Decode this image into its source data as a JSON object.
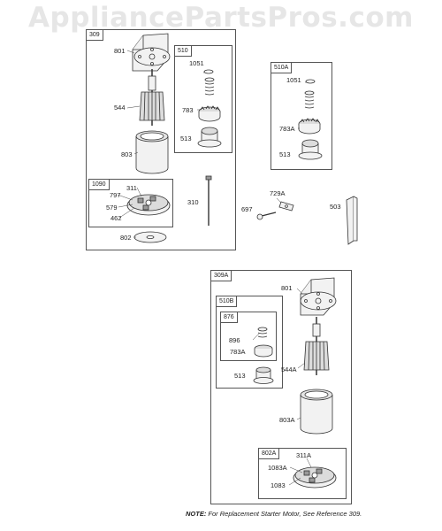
{
  "watermark": "AppliancePartsPros.com",
  "groups": {
    "g309": "309",
    "g510": "510",
    "g510a": "510A",
    "g1090": "1090",
    "g309a": "309A",
    "g510b": "510B",
    "g876": "876",
    "g802a": "802A"
  },
  "parts": {
    "p801": "801",
    "p544": "544",
    "p803": "803",
    "p311": "311",
    "p797": "797",
    "p579": "579",
    "p462": "462",
    "p802": "802",
    "p310": "310",
    "p1051": "1051",
    "p783": "783",
    "p513": "513",
    "p1051a": "1051",
    "p783a": "783A",
    "p513a": "513",
    "p729a": "729A",
    "p697": "697",
    "p503": "503",
    "p801b": "801",
    "p896": "896",
    "p783ab": "783A",
    "p513b": "513",
    "p544a": "544A",
    "p803a": "803A",
    "p311a": "311A",
    "p1083a": "1083A",
    "p1083": "1083"
  },
  "note": {
    "bold": "NOTE:",
    "text": " For Replacement Starter Motor, See Reference 309."
  }
}
